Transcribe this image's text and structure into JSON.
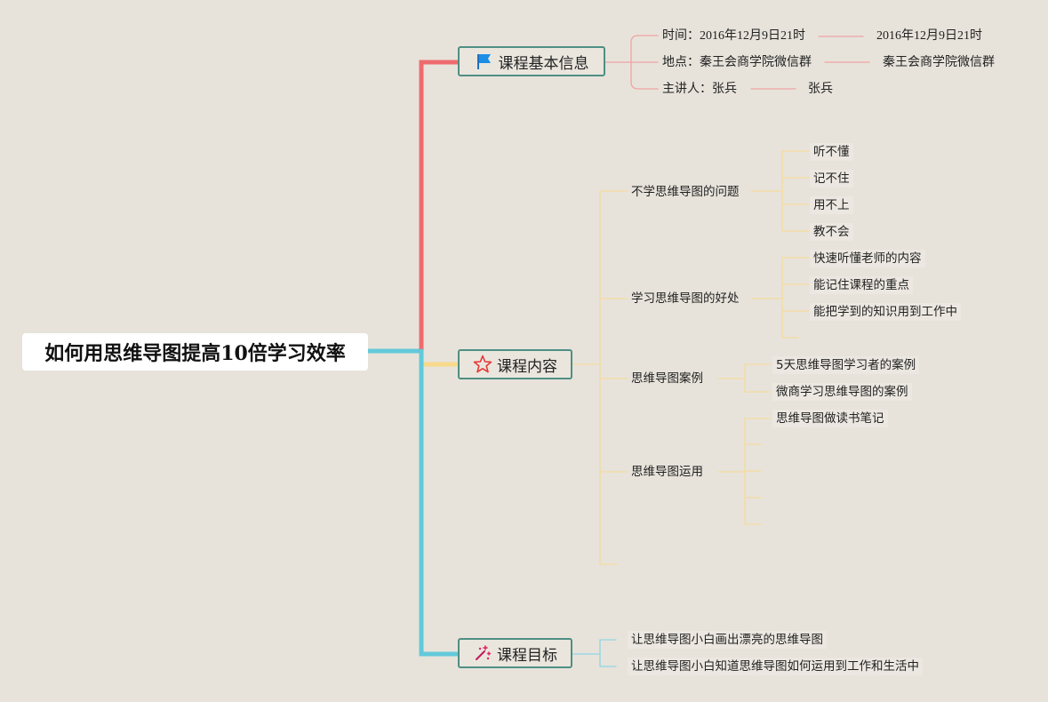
{
  "root": {
    "title": "如何用思维导图提高10倍学习效率"
  },
  "colors": {
    "info_branch": "#ee6b6e",
    "content_branch": "#f8d98a",
    "goal_branch": "#63c9da",
    "node_border": "#4f8f83",
    "background": "#e7e3db"
  },
  "branches": {
    "info": {
      "label": "课程基本信息",
      "icon": "blue-flag-icon",
      "items": [
        {
          "label": "时间：2016年12月9日21时",
          "value": "2016年12月9日21时"
        },
        {
          "label": "地点：秦王会商学院微信群",
          "value": "秦王会商学院微信群"
        },
        {
          "label": "主讲人：张兵",
          "value": "张兵"
        }
      ]
    },
    "content": {
      "label": "课程内容",
      "icon": "star-outline-icon",
      "topics": [
        {
          "label": "不学思维导图的问题",
          "children": [
            "听不懂",
            "记不住",
            "用不上",
            "教不会"
          ]
        },
        {
          "label": "学习思维导图的好处",
          "children": [
            "快速听懂老师的内容",
            "能记住课程的重点",
            "能把学到的知识用到工作中"
          ]
        },
        {
          "label": "思维导图案例",
          "children": [
            "5天思维导图学习者的案例",
            "微商学习思维导图的案例"
          ]
        },
        {
          "label": "思维导图运用",
          "children": [
            "思维导图做读书笔记"
          ]
        }
      ]
    },
    "goal": {
      "label": "课程目标",
      "icon": "magic-wand-icon",
      "items": [
        "让思维导图小白画出漂亮的思维导图",
        "让思维导图小白知道思维导图如何运用到工作和生活中"
      ]
    }
  }
}
